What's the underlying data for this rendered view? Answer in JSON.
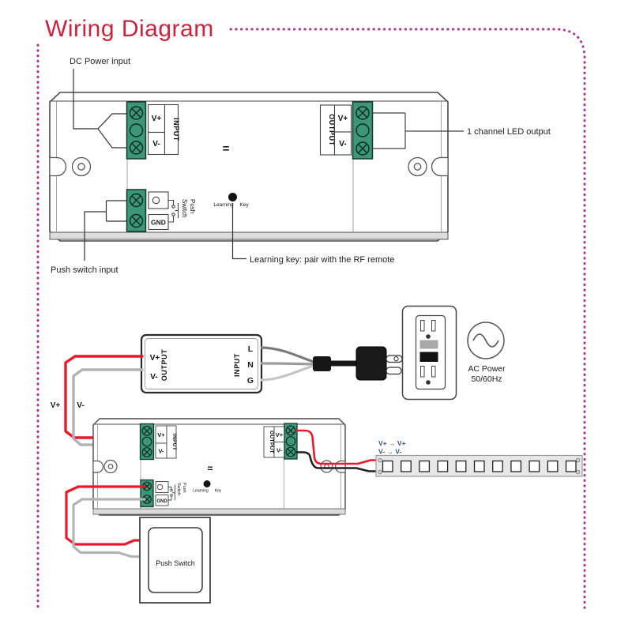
{
  "title": "Wiring Diagram",
  "colors": {
    "accent_red": "#c9243f",
    "border_dots": "#a53e8c",
    "terminal_green": "#3d9677",
    "wire_red": "#e8192c",
    "wire_gray": "#b3b3b3",
    "wire_black": "#222222"
  },
  "annotations": {
    "dc_power_input": "DC Power input",
    "push_switch_input": "Push switch input",
    "led_output": "1 channel LED output",
    "learning_key_note": "Learning key: pair with the RF remote",
    "wire_vplus": "V+",
    "wire_vminus": "V-"
  },
  "controller": {
    "input_label": "INPUT",
    "output_label": "OUTPUT",
    "vplus": "V+",
    "vminus": "V-",
    "gnd": "GND",
    "push_line1": "Push",
    "push_line2": "Switch",
    "learning": "Learning",
    "key": "Key",
    "equals": "="
  },
  "psu": {
    "output_label": "OUTPUT",
    "input_label": "INPUT",
    "vplus": "V+",
    "vminus": "V-",
    "live": "L",
    "neutral": "N",
    "ground": "G"
  },
  "ac_power": {
    "line1": "AC Power",
    "line2": "50/60Hz"
  },
  "led_strip": {
    "vplus_map": "V+ → V+",
    "vminus_map": "V- → V-"
  },
  "push_switch": {
    "label": "Push Switch"
  }
}
